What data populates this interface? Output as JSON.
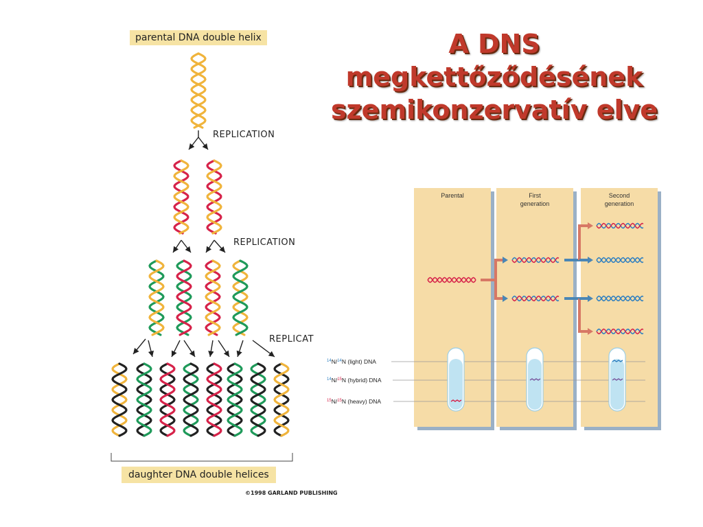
{
  "title": {
    "line1": "A DNS megkettőződésének",
    "line2": "szemikonzervatív elve"
  },
  "left_diagram": {
    "top_label": "parental DNA double helix",
    "replication_labels": [
      "REPLICATION",
      "REPLICATION",
      "REPLICAT"
    ],
    "bottom_label": "daughter DNA double helices",
    "copyright": "©1998 GARLAND PUBLISHING",
    "strand_colors": {
      "parental": "#f0b43c",
      "gen1": "#d6234a",
      "gen2": "#1f9a5a",
      "gen3": "#222222"
    }
  },
  "right_diagram": {
    "panels": [
      {
        "title_l1": "Parental",
        "title_l2": ""
      },
      {
        "title_l1": "First",
        "title_l2": "generation"
      },
      {
        "title_l1": "Second",
        "title_l2": "generation"
      }
    ],
    "density_labels": [
      {
        "sup1": "14",
        "sup2": "14",
        "text": "N (light) DNA"
      },
      {
        "sup1": "14",
        "sup2": "15",
        "text": "N (hybrid) DNA"
      },
      {
        "sup1": "15",
        "sup2": "15",
        "text": "N (heavy) DNA"
      }
    ],
    "colors": {
      "panel": "#f6dca7",
      "heavy": "#d6234a",
      "light": "#2e7fc1",
      "arrow_red": "#d77865",
      "arrow_blue": "#4a86b5"
    }
  }
}
